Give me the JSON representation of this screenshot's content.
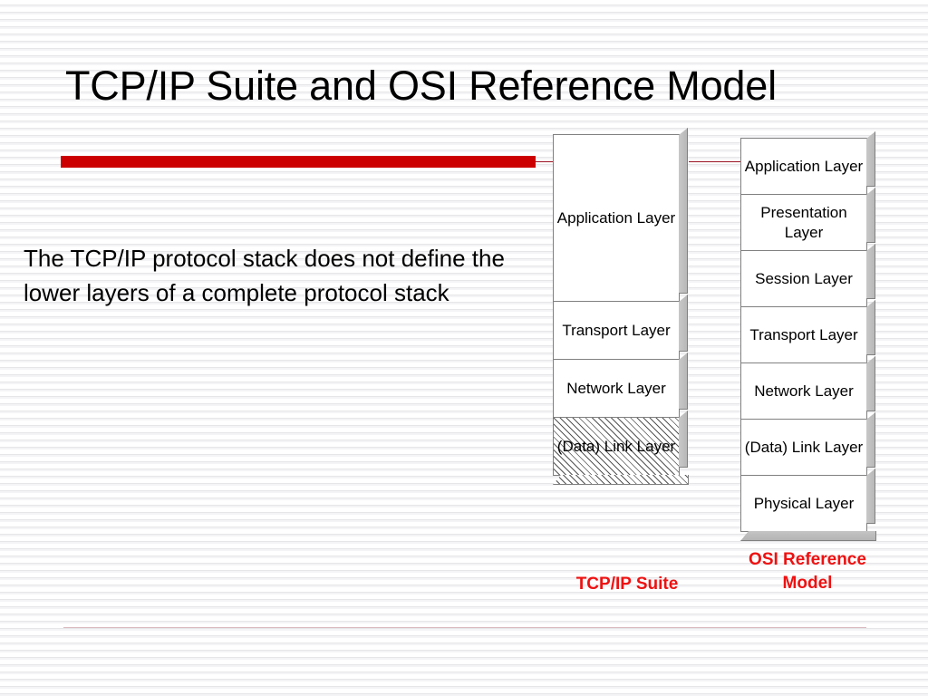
{
  "slide": {
    "title": "TCP/IP Suite and OSI Reference Model",
    "body_text": "The TCP/IP protocol stack does not define the lower layers of a complete protocol stack",
    "accent_color": "#cc0000",
    "caption_color": "#ee1111"
  },
  "tcpip_stack": {
    "caption": "TCP/IP Suite",
    "layers": [
      {
        "label": "Application\nLayer",
        "style": "plain"
      },
      {
        "label": "Transport\nLayer",
        "style": "plain"
      },
      {
        "label": "Network\nLayer",
        "style": "plain"
      },
      {
        "label": "(Data) Link\nLayer",
        "style": "hatched"
      }
    ]
  },
  "osi_stack": {
    "caption": "OSI Reference Model",
    "layers": [
      {
        "label": "Application\nLayer",
        "style": "plain"
      },
      {
        "label": "Presentation\nLayer",
        "style": "plain"
      },
      {
        "label": "Session\nLayer",
        "style": "plain"
      },
      {
        "label": "Transport\nLayer",
        "style": "plain"
      },
      {
        "label": "Network\nLayer",
        "style": "plain"
      },
      {
        "label": "(Data) Link\nLayer",
        "style": "plain"
      },
      {
        "label": "Physical\nLayer",
        "style": "plain"
      }
    ]
  }
}
